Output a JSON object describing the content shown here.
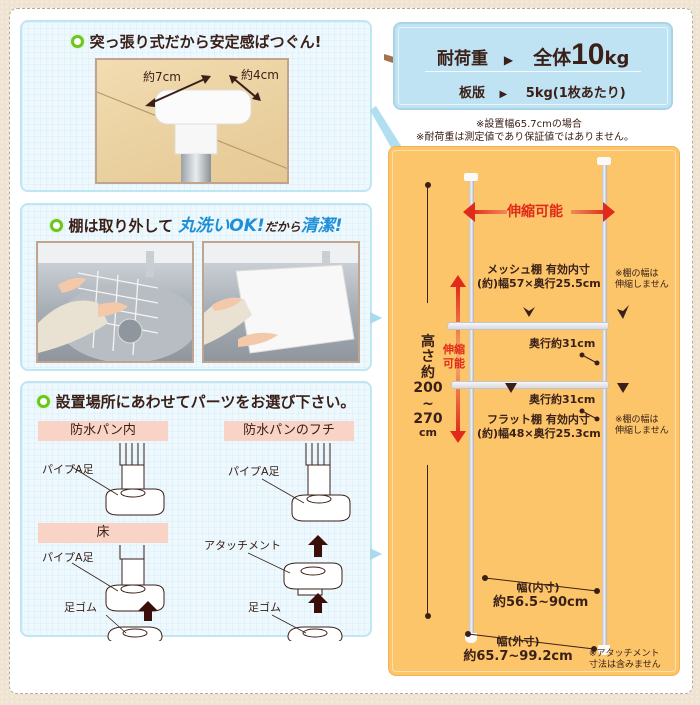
{
  "features": {
    "tension": {
      "title": "突っ張り式だから安定感ばつぐん!",
      "dim_width": "約7cm",
      "dim_depth": "約4cm"
    },
    "washable": {
      "title_prefix": "棚は取り外して",
      "title_em1": "丸洗いOK!",
      "title_mid": "だから",
      "title_em2": "清潔!"
    },
    "parts": {
      "title": "設置場所にあわせてパーツをお選び下さい。",
      "labels": {
        "waterproof_pan_inside": "防水パン内",
        "waterproof_pan_edge": "防水パンのフチ",
        "floor": "床"
      },
      "parts_names": {
        "pipe_a_foot": "パイプA足",
        "attachment": "アタッチメント",
        "rubber_foot": "足ゴム"
      }
    }
  },
  "spec": {
    "load_label": "耐荷重",
    "load_value_prefix": "全体",
    "load_value_num": "10",
    "load_value_unit": "kg",
    "board_label": "板版",
    "board_value": "5kg(1枚あたり)",
    "arrow": "▶",
    "note1": "※設置幅65.7cmの場合",
    "note2": "※耐荷重は測定値であり保証値ではありません。"
  },
  "diagram": {
    "extendable_h": "伸縮可能",
    "extendable_v1": "伸縮",
    "extendable_v2": "可能",
    "height_label": [
      "高",
      "さ",
      "約",
      "200",
      "~",
      "270",
      "cm"
    ],
    "mesh_shelf_line1": "メッシュ棚 有効内寸",
    "mesh_shelf_line2": "(約)幅57×奥行25.5cm",
    "flat_shelf_line1": "フラット棚 有効内寸",
    "flat_shelf_line2": "(約)幅48×奥行25.3cm",
    "depth1": "奥行約31cm",
    "depth2": "奥行約31cm",
    "shelf_note1_line1": "※棚の幅は",
    "shelf_note1_line2": "伸縮しません",
    "shelf_note2_line1": "※棚の幅は",
    "shelf_note2_line2": "伸縮しません",
    "inner_width_label": "幅(内寸)",
    "inner_width_value": "約56.5~90cm",
    "outer_width_label": "幅(外寸)",
    "outer_width_value": "約65.7~99.2cm",
    "attach_note_line1": "※アタッチメント",
    "attach_note_line2": "寸法は含みません"
  },
  "colors": {
    "accent_green": "#6cc61f",
    "accent_blue": "#1f8fd8",
    "spec_bg": "#bfe3f2",
    "diagram_bg": "#fcc56a",
    "red_arrow": "#e02a1a",
    "label_pink": "#f8d3c6"
  }
}
